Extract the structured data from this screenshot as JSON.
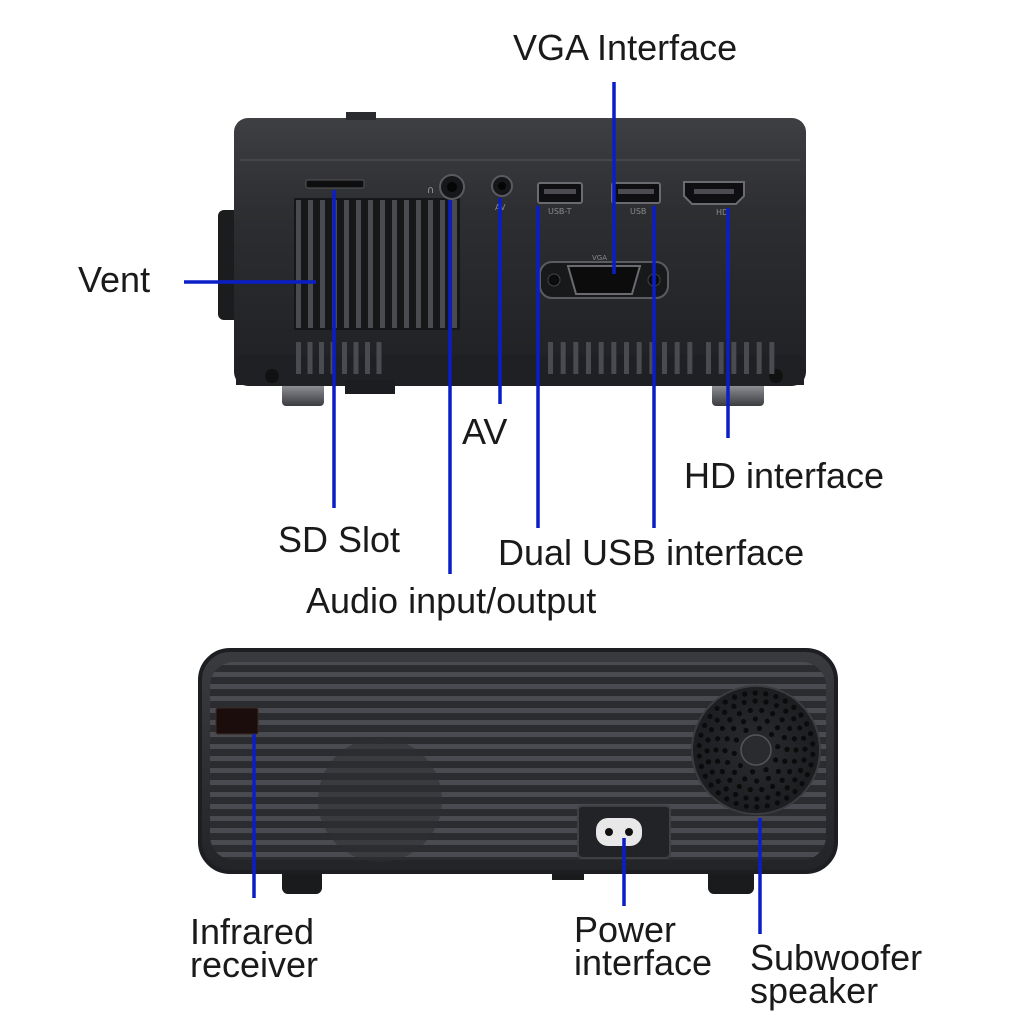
{
  "labels": {
    "vga": "VGA Interface",
    "vent": "Vent",
    "av": "AV",
    "hd": "HD interface",
    "sd": "SD Slot",
    "usb": "Dual USB interface",
    "audio": "Audio input/output",
    "ir": [
      "Infrared",
      "receiver"
    ],
    "power": [
      "Power",
      "interface"
    ],
    "sub": [
      "Subwoofer",
      "speaker"
    ]
  },
  "port_markings": {
    "av": "AV",
    "usb_1": "USB-T",
    "usb_2": "USB",
    "hd": "HD",
    "vga": "VGA"
  },
  "colors": {
    "leader_line": "#0a1ec8",
    "device_body": "#2c2d30",
    "text": "#1a1a1a",
    "background": "#ffffff"
  }
}
